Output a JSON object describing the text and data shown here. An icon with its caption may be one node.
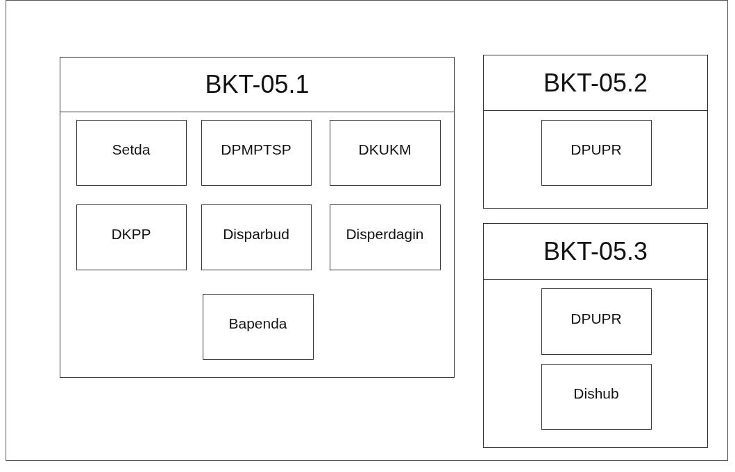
{
  "diagram": {
    "nodes": [
      {
        "text": [
          "BKT-05.1"
        ]
      },
      {
        "text": [
          "Setda"
        ],
        "in": 0
      },
      {
        "text": [
          "DPMPTSP"
        ],
        "in": 0
      },
      {
        "text": [
          "DKUKM"
        ],
        "in": 0
      },
      {
        "text": [
          "DKPP"
        ],
        "in": 0
      },
      {
        "text": [
          "Disparbud"
        ],
        "in": 0
      },
      {
        "text": [
          "Disperdagin"
        ],
        "in": 0
      },
      {
        "text": [
          "Bapenda"
        ],
        "in": 0
      },
      {
        "text": [
          "BKT-05.2"
        ]
      },
      {
        "text": [
          "DPUPR"
        ],
        "in": 8
      },
      {
        "text": [
          "BKT-05.3"
        ]
      },
      {
        "text": [
          "DPUPR"
        ],
        "in": 10
      },
      {
        "text": [
          "Dishub"
        ],
        "in": 10
      }
    ]
  }
}
